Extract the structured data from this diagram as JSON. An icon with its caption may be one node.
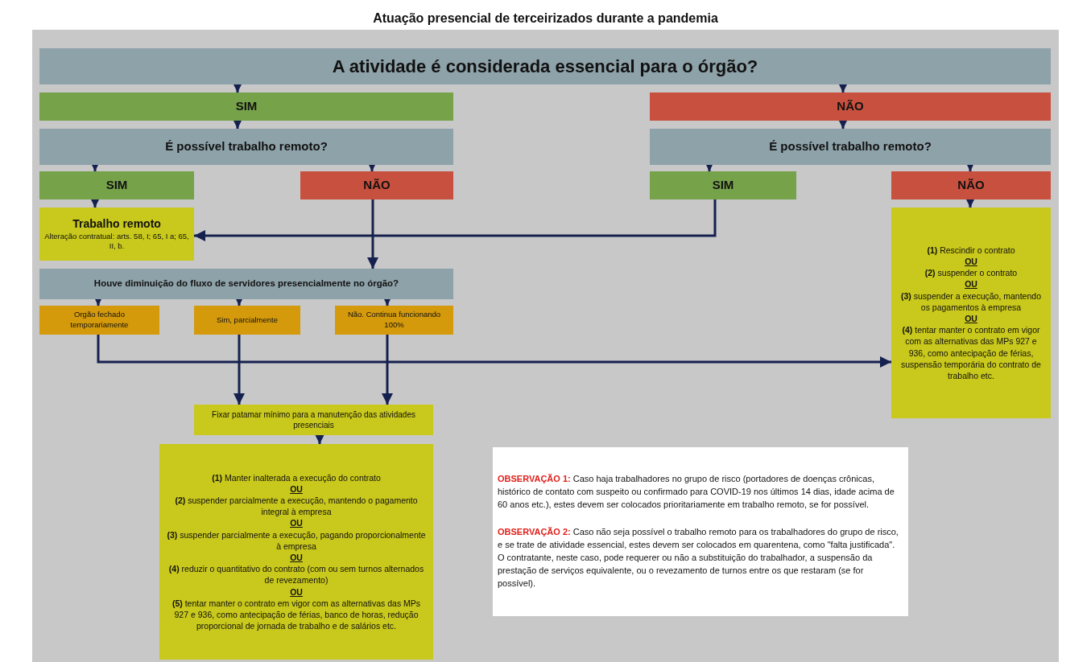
{
  "diagram": {
    "title": "Atuação presencial de terceirizados durante a pandemia",
    "nodes": [
      {
        "text": [
          "A atividade é considerada essencial para o órgão?"
        ]
      },
      {
        "text": [
          "SIM"
        ]
      },
      {
        "text": [
          "NÃO"
        ]
      },
      {
        "text": [
          "É possível trabalho remoto?"
        ]
      },
      {
        "text": [
          "É possível trabalho remoto?"
        ]
      },
      {
        "text": [
          "SIM"
        ]
      },
      {
        "text": [
          "NÃO"
        ]
      },
      {
        "text": [
          "SIM"
        ]
      },
      {
        "text": [
          "NÃO"
        ]
      },
      {
        "text": [
          "Trabalho remoto",
          "Alteração contratual: arts. 58, I; 65, I a; 65, II, b."
        ]
      },
      {
        "text": [
          "Houve diminuição do fluxo de servidores presencialmente no órgão?"
        ]
      },
      {
        "text": [
          "Orgão fechado temporariamente"
        ]
      },
      {
        "text": [
          "Sim, parcialmente"
        ]
      },
      {
        "text": [
          "Não. Continua funcionando 100%"
        ]
      },
      {
        "text": [
          "**(1)** Rescindir o contrato",
          "OU",
          "**(2)** suspender o contrato",
          "OU",
          "**(3)** suspender a execução, mantendo os pagamentos à empresa",
          "OU",
          "**(4)** tentar manter o contrato em vigor com as alternativas das MPs 927 e 936, como antecipação de férias, suspensão temporária do contrato de trabalho etc."
        ]
      },
      {
        "text": [
          "Fixar patamar mínimo para a manutenção das atividades presenciais"
        ]
      },
      {
        "text": [
          "**(1)** Manter inalterada a execução do contrato",
          "OU",
          "**(2)** suspender parcialmente a execução, mantendo o pagamento integral à empresa",
          "OU",
          "**(3)** suspender parcialmente a execução, pagando proporcionalmente à empresa",
          "OU",
          "**(4)** reduzir o quantitativo do contrato (com ou sem turnos alternados de revezamento)",
          "OU",
          "**(5)** tentar manter o contrato em vigor com as alternativas das MPs 927 e 936, como antecipação de férias, banco de horas, redução proporcional de jornada de trabalho e de salários etc."
        ]
      },
      {
        "text": [
          "**OBSERVAÇÃO 1:** Caso haja trabalhadores no grupo de risco (portadores de doenças crônicas, histórico de contato com suspeito ou confirmado para COVID-19 nos últimos 14 dias, idade acima de 60 anos etc.), estes devem ser colocados prioritariamente em trabalho remoto, se for possível.",
          "**OBSERVAÇÃO 2:** Caso não seja possível o trabalho remoto para os trabalhadores do grupo de risco, e se trate de atividade essencial, estes devem ser colocados em quarentena, como \"falta justificada\". O contratante, neste caso, pode requerer ou não a substituição do trabalhador, a suspensão da prestação de serviços equivalente, ou o revezamento de turnos entre os que restaram (se for possível)."
        ]
      }
    ],
    "edges": [
      {
        "from": 0,
        "to": 1,
        "arrow": "to"
      },
      {
        "from": 0,
        "to": 2,
        "arrow": "to"
      },
      {
        "from": 1,
        "to": 3,
        "arrow": "to"
      },
      {
        "from": 2,
        "to": 4,
        "arrow": "to"
      },
      {
        "from": 3,
        "to": 5,
        "arrow": "to"
      },
      {
        "from": 3,
        "to": 6,
        "arrow": "to"
      },
      {
        "from": 4,
        "to": 7,
        "arrow": "to"
      },
      {
        "from": 4,
        "to": 8,
        "arrow": "to"
      },
      {
        "from": 5,
        "to": 9,
        "arrow": "to"
      },
      {
        "from": 7,
        "to": 9,
        "arrow": "to"
      },
      {
        "from": 6,
        "to": 10,
        "arrow": "to"
      },
      {
        "from": 10,
        "to": 11,
        "arrow": "to"
      },
      {
        "from": 10,
        "to": 12,
        "arrow": "to"
      },
      {
        "from": 10,
        "to": 13,
        "arrow": "to"
      },
      {
        "from": 8,
        "to": 14,
        "arrow": "to"
      },
      {
        "from": 11,
        "to": 14,
        "arrow": "to"
      },
      {
        "from": 12,
        "to": 15,
        "arrow": "to"
      },
      {
        "from": 13,
        "to": 15,
        "arrow": "to"
      },
      {
        "from": 15,
        "to": 16,
        "arrow": "to"
      }
    ]
  }
}
